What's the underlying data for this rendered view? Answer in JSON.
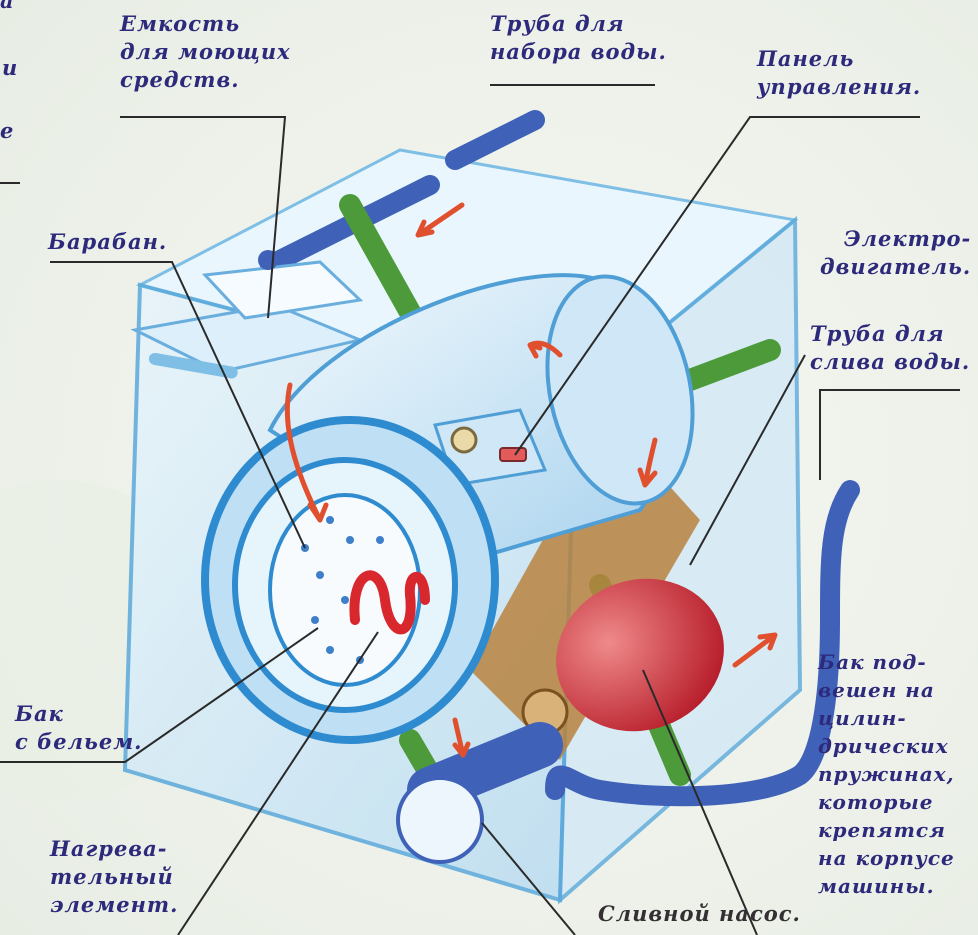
{
  "labels": {
    "detergent": "Емкость\nдля моющих\nсредств.",
    "fill_pipe": "Труба для\nнабора воды.",
    "control_panel": "Панель\nуправления.",
    "drum": "Барабан.",
    "motor": "Электро-\nдвигатель.",
    "drain_pipe": "Труба для\nслива воды.",
    "tank": "Бак\nс бельем.",
    "heater": "Нагрева-\nтельный\nэлемент.",
    "pump": "Сливной насос.",
    "springs": "Бак под-\nвешен на\nцилин-\nдрических\nпружинах,\nкоторые\nкрепятся\nна корпусе\nмашины."
  },
  "edge_fragments": [
    "а",
    "и",
    "е"
  ],
  "colors": {
    "label_text": "#2d2a7c",
    "label_text_dark": "#332f33",
    "leader_line": "#2a2a2a",
    "body": "#d6ecf7",
    "body_edge": "#5aa9dc",
    "pipe_blue": "#3f62b8",
    "spring_green": "#4d9a3a",
    "motor_red": "#d33a3a",
    "arrow_red": "#e0502e",
    "bracket": "#b8823e"
  }
}
